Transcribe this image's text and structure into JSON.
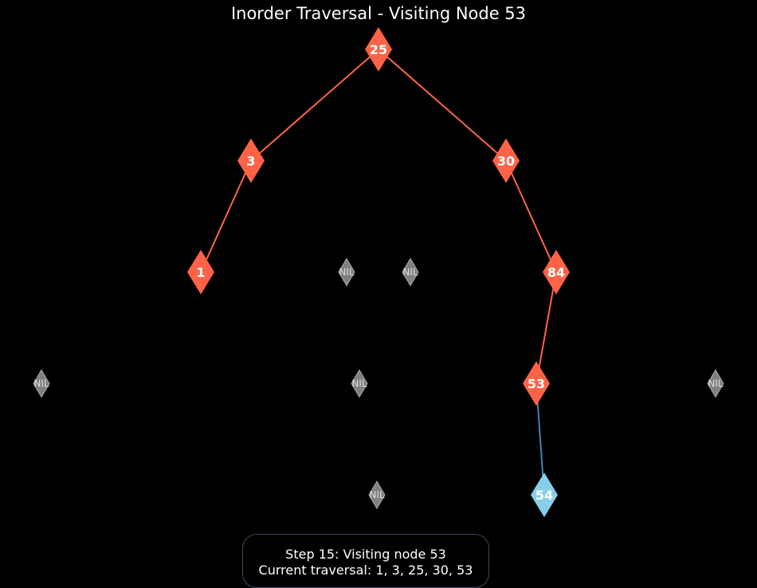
{
  "title": "Inorder Traversal - Visiting Node 53",
  "status": {
    "step_line": "Step 15: Visiting node 53",
    "traversal_line": "Current traversal: 1, 3, 25, 30, 53"
  },
  "colors": {
    "visited": "#ff6347",
    "current": "#87ceeb",
    "visited_edge": "#ff6347",
    "current_edge": "#4682b4",
    "nil": "#808080"
  },
  "nodes": [
    {
      "value": "25",
      "state": "visited"
    },
    {
      "value": "3",
      "state": "visited"
    },
    {
      "value": "30",
      "state": "visited"
    },
    {
      "value": "1",
      "state": "visited"
    },
    {
      "value": "84",
      "state": "visited"
    },
    {
      "value": "53",
      "state": "visited"
    },
    {
      "value": "54",
      "state": "current"
    }
  ],
  "nil_label": "NIL"
}
